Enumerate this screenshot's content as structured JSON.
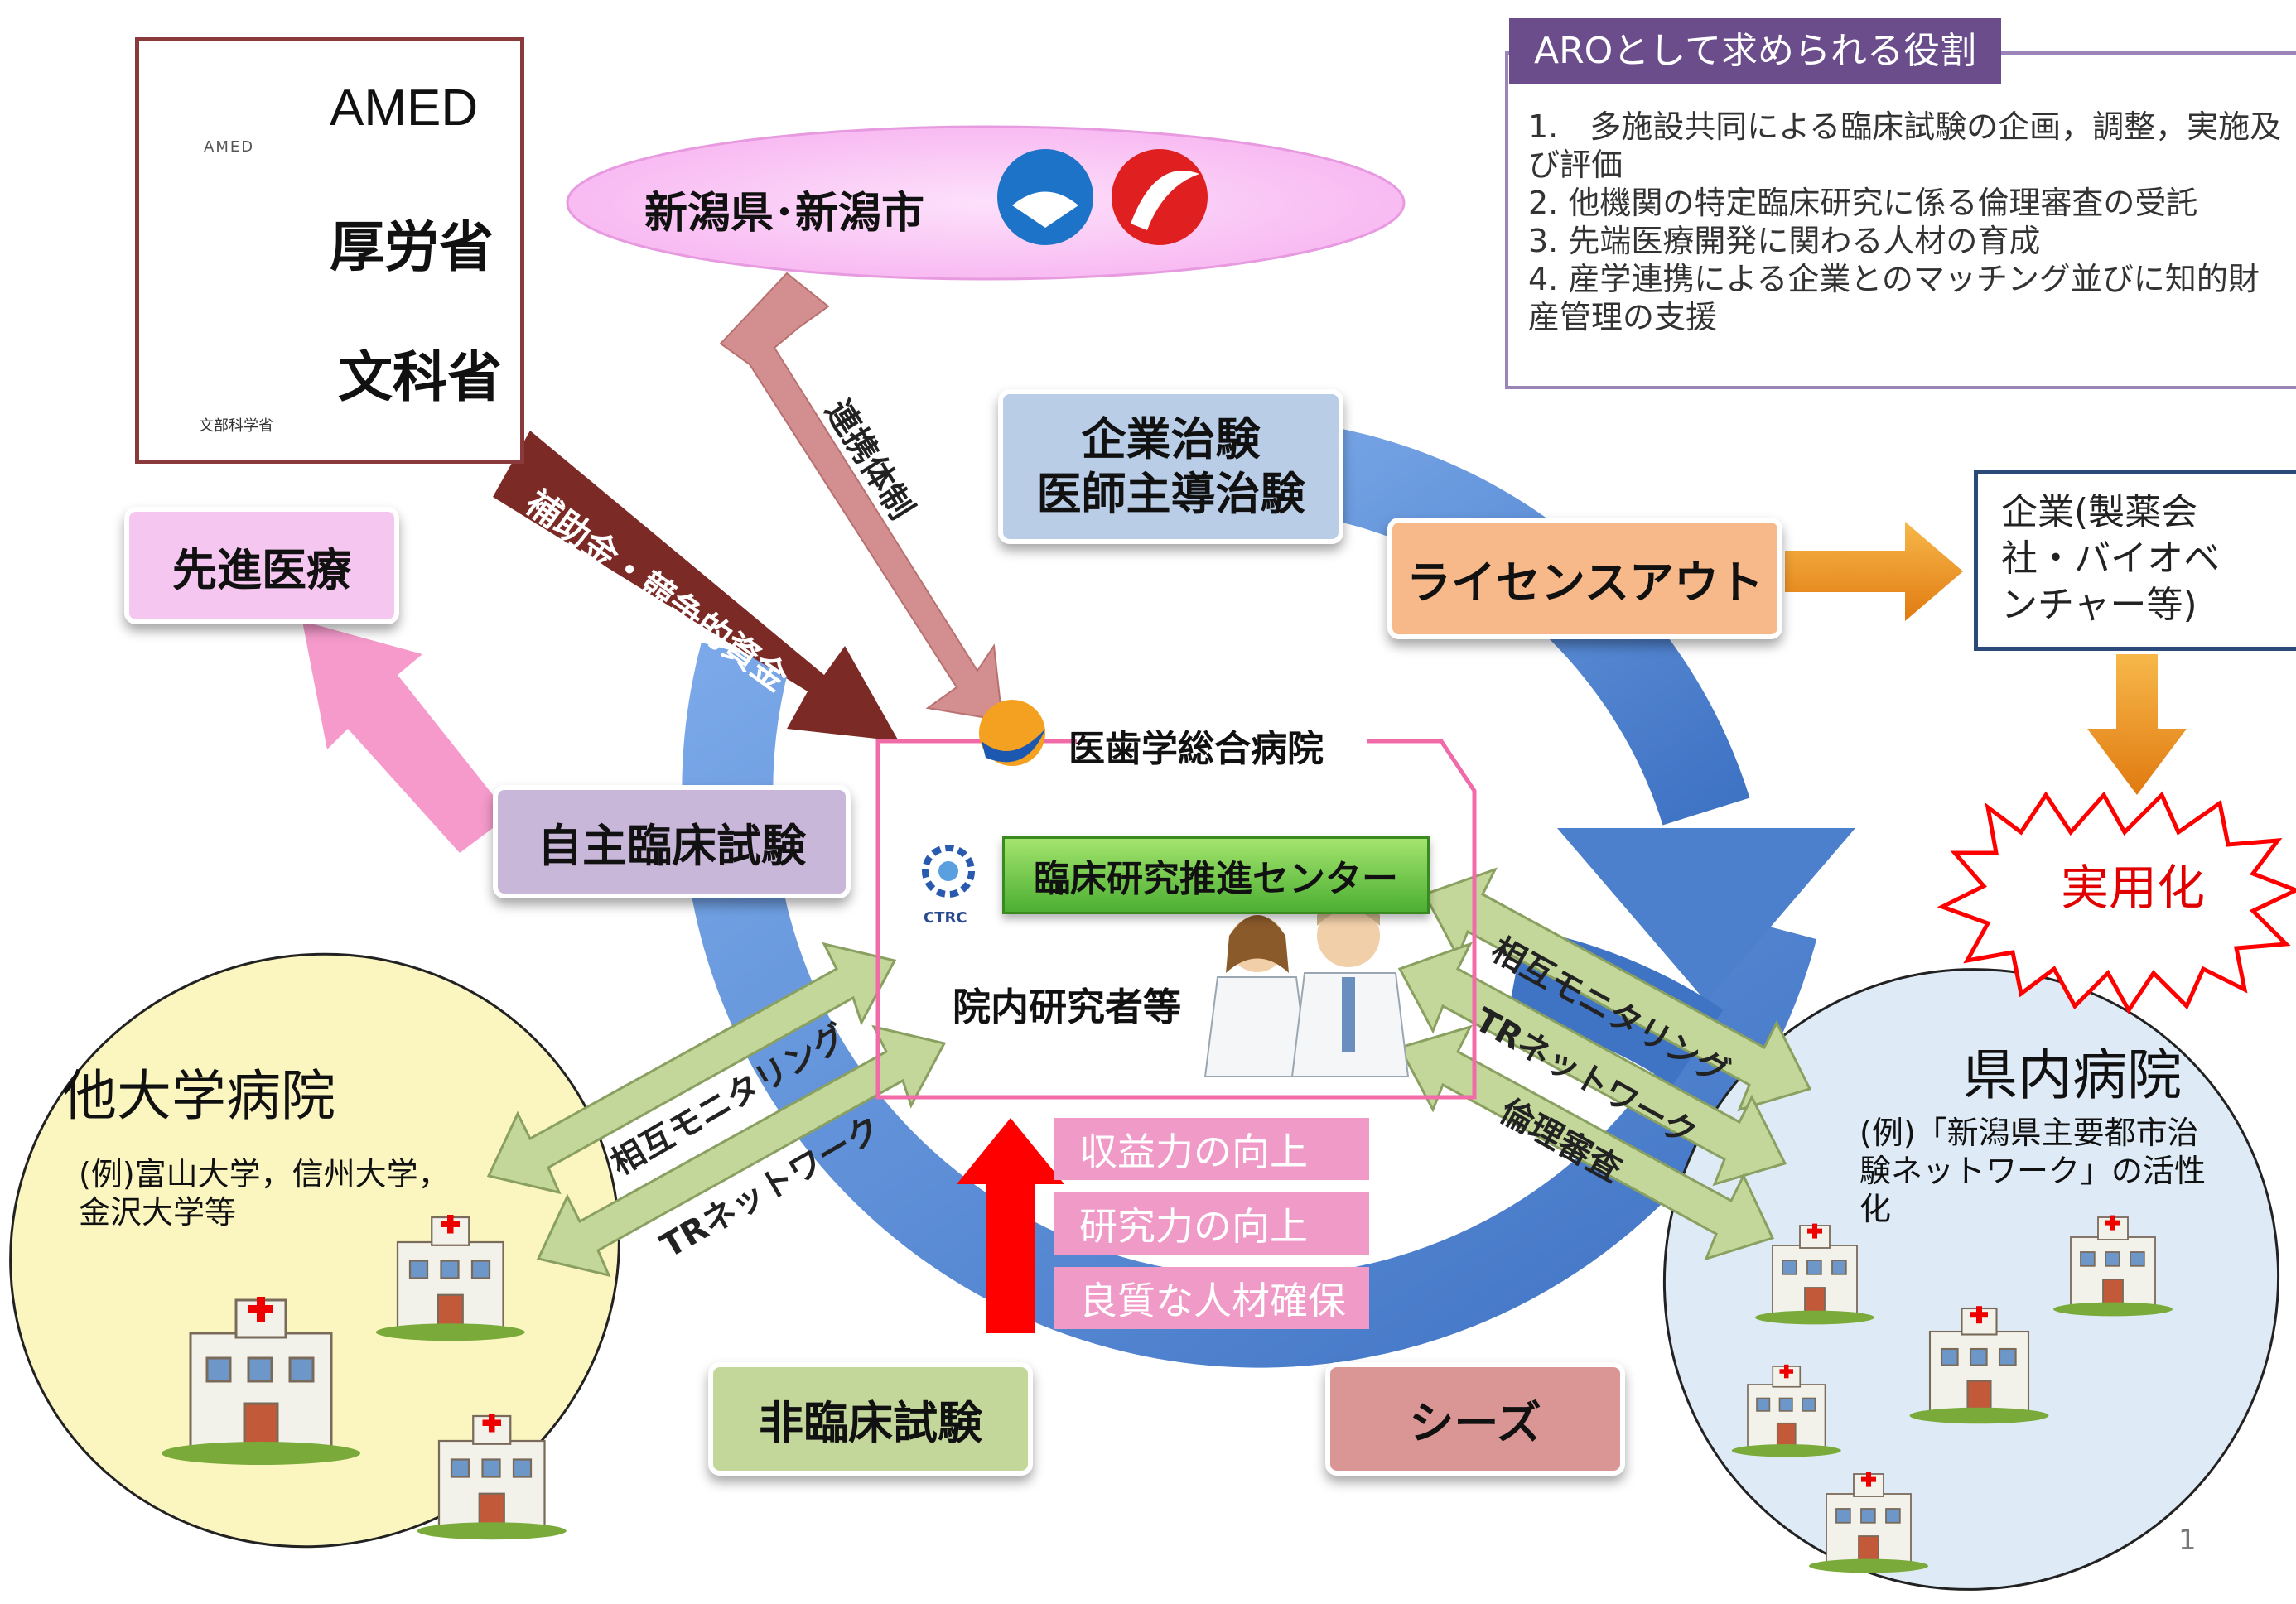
{
  "funders": {
    "amed": {
      "label": "AMED",
      "logo_text": "AMED"
    },
    "mhlw": {
      "label": "厚労省"
    },
    "mext": {
      "label": "文科省",
      "logo_text": "文部科学省"
    }
  },
  "prefecture": {
    "label": "新潟県･新潟市"
  },
  "aro_roles": {
    "title": "AROとして求められる役割",
    "items": [
      "1.　多施設共同による臨床試験の企画，調整，実施及び評価",
      "2.  他機関の特定臨床研究に係る倫理審査の受託",
      "3.  先端医療開発に関わる人材の育成",
      "4.  産学連携による企業とのマッチング並びに知的財産管理の支援"
    ]
  },
  "arrows": {
    "subsidy": "補助金・競争的資金",
    "cooperation": "連携体制",
    "left_mutual_monitoring": "相互モニタリング",
    "left_tr_network": "TRネットワーク",
    "right_mutual_monitoring": "相互モニタリング",
    "right_tr_network": "TRネットワーク",
    "right_ethics_review": "倫理審査"
  },
  "cycle": {
    "clinical_trials_line1": "企業治験",
    "clinical_trials_line2": "医師主導治験",
    "license_out": "ライセンスアウト",
    "seeds": "シーズ",
    "nonclinical": "非臨床試験",
    "investigator_trials": "自主臨床試験",
    "advanced_medicine": "先進医療"
  },
  "center": {
    "hospital": "医歯学総合病院",
    "ctrc_logo": "CTRC",
    "promotion_center": "臨床研究推進センター",
    "researchers": "院内研究者等"
  },
  "benefits": [
    "収益力の向上",
    "研究力の向上",
    "良質な人材確保"
  ],
  "company": {
    "label": "企業(製薬会社・バイオベンチャー等)"
  },
  "practical": {
    "label": "実用化"
  },
  "other_universities": {
    "title": "他大学病院",
    "example": "(例)富山大学，信州大学，金沢大学等"
  },
  "prefecture_hospitals": {
    "title": "県内病院",
    "example": "(例)「新潟県主要都市治験ネットワーク」の活性化"
  },
  "page_number": "1",
  "colors": {
    "cycle_blue": "#5b8fd6",
    "subsidy_arrow": "#7b2a26",
    "cooperation_arrow": "#d38f8f",
    "green_arrow": "#c4d79b",
    "orange_arrow": "#f0a030",
    "purple_header": "#6b4d8c",
    "red": "#ff0000"
  }
}
